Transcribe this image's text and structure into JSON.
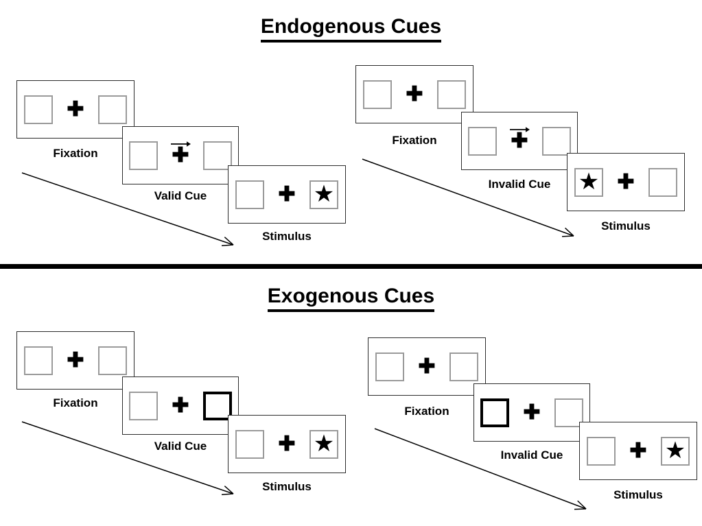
{
  "sections": [
    {
      "id": "endogenous",
      "title": "Endogenous Cues",
      "sequences": [
        {
          "id": "endogenous-valid",
          "frames": [
            {
              "label": "Fixation",
              "cue": "none",
              "left": "empty",
              "right": "empty"
            },
            {
              "label": "Valid Cue",
              "cue": "arrow-right",
              "left": "empty",
              "right": "empty"
            },
            {
              "label": "Stimulus",
              "cue": "none",
              "left": "empty",
              "right": "star"
            }
          ]
        },
        {
          "id": "endogenous-invalid",
          "frames": [
            {
              "label": "Fixation",
              "cue": "none",
              "left": "empty",
              "right": "empty"
            },
            {
              "label": "Invalid Cue",
              "cue": "arrow-right",
              "left": "empty",
              "right": "empty"
            },
            {
              "label": "Stimulus",
              "cue": "none",
              "left": "star",
              "right": "empty"
            }
          ]
        }
      ]
    },
    {
      "id": "exogenous",
      "title": "Exogenous Cues",
      "sequences": [
        {
          "id": "exogenous-valid",
          "frames": [
            {
              "label": "Fixation",
              "cue": "none",
              "left": "empty",
              "right": "empty"
            },
            {
              "label": "Valid Cue",
              "cue": "none",
              "left": "empty",
              "right": "cued"
            },
            {
              "label": "Stimulus",
              "cue": "none",
              "left": "empty",
              "right": "star"
            }
          ]
        },
        {
          "id": "exogenous-invalid",
          "frames": [
            {
              "label": "Fixation",
              "cue": "none",
              "left": "empty",
              "right": "empty"
            },
            {
              "label": "Invalid Cue",
              "cue": "none",
              "left": "cued",
              "right": "empty"
            },
            {
              "label": "Stimulus",
              "cue": "none",
              "left": "empty",
              "right": "star"
            }
          ]
        }
      ]
    }
  ],
  "glyphs": {
    "star": "★",
    "plus": "✚"
  },
  "colors": {
    "ink": "#000000",
    "frame_border": "#2b2b2b",
    "box_border": "#9a9a9a",
    "cued_box_border": "#000000",
    "background": "#ffffff"
  }
}
